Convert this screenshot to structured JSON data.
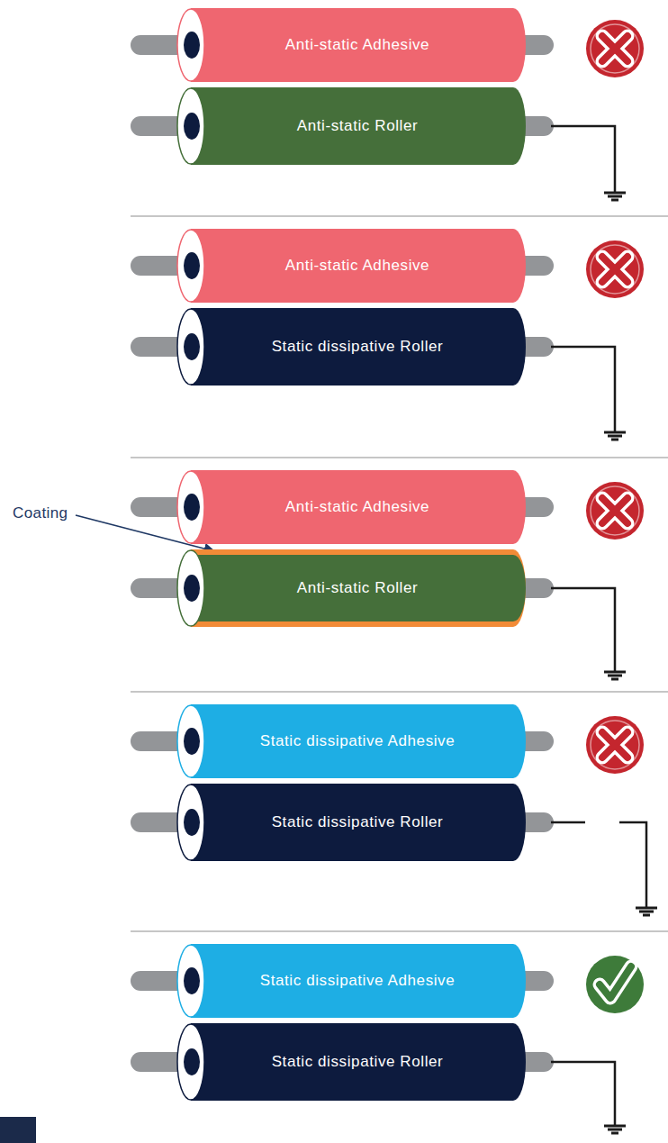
{
  "diagram": {
    "nodes": [
      {
        "text": [
          "Anti-static Adhesive"
        ]
      },
      {
        "text": [
          "Anti-static Roller"
        ]
      },
      {
        "text": [
          "Anti-static Adhesive"
        ]
      },
      {
        "text": [
          "Static dissipative Roller"
        ]
      },
      {
        "text": [
          "Anti-static Adhesive"
        ]
      },
      {
        "text": [
          "Anti-static Roller"
        ]
      },
      {
        "text": [
          "Static dissipative Adhesive"
        ]
      },
      {
        "text": [
          "Static dissipative Roller"
        ]
      },
      {
        "text": [
          "Static dissipative Adhesive"
        ]
      },
      {
        "text": [
          "Static dissipative Roller"
        ]
      }
    ],
    "labels": [
      "Coating"
    ]
  }
}
